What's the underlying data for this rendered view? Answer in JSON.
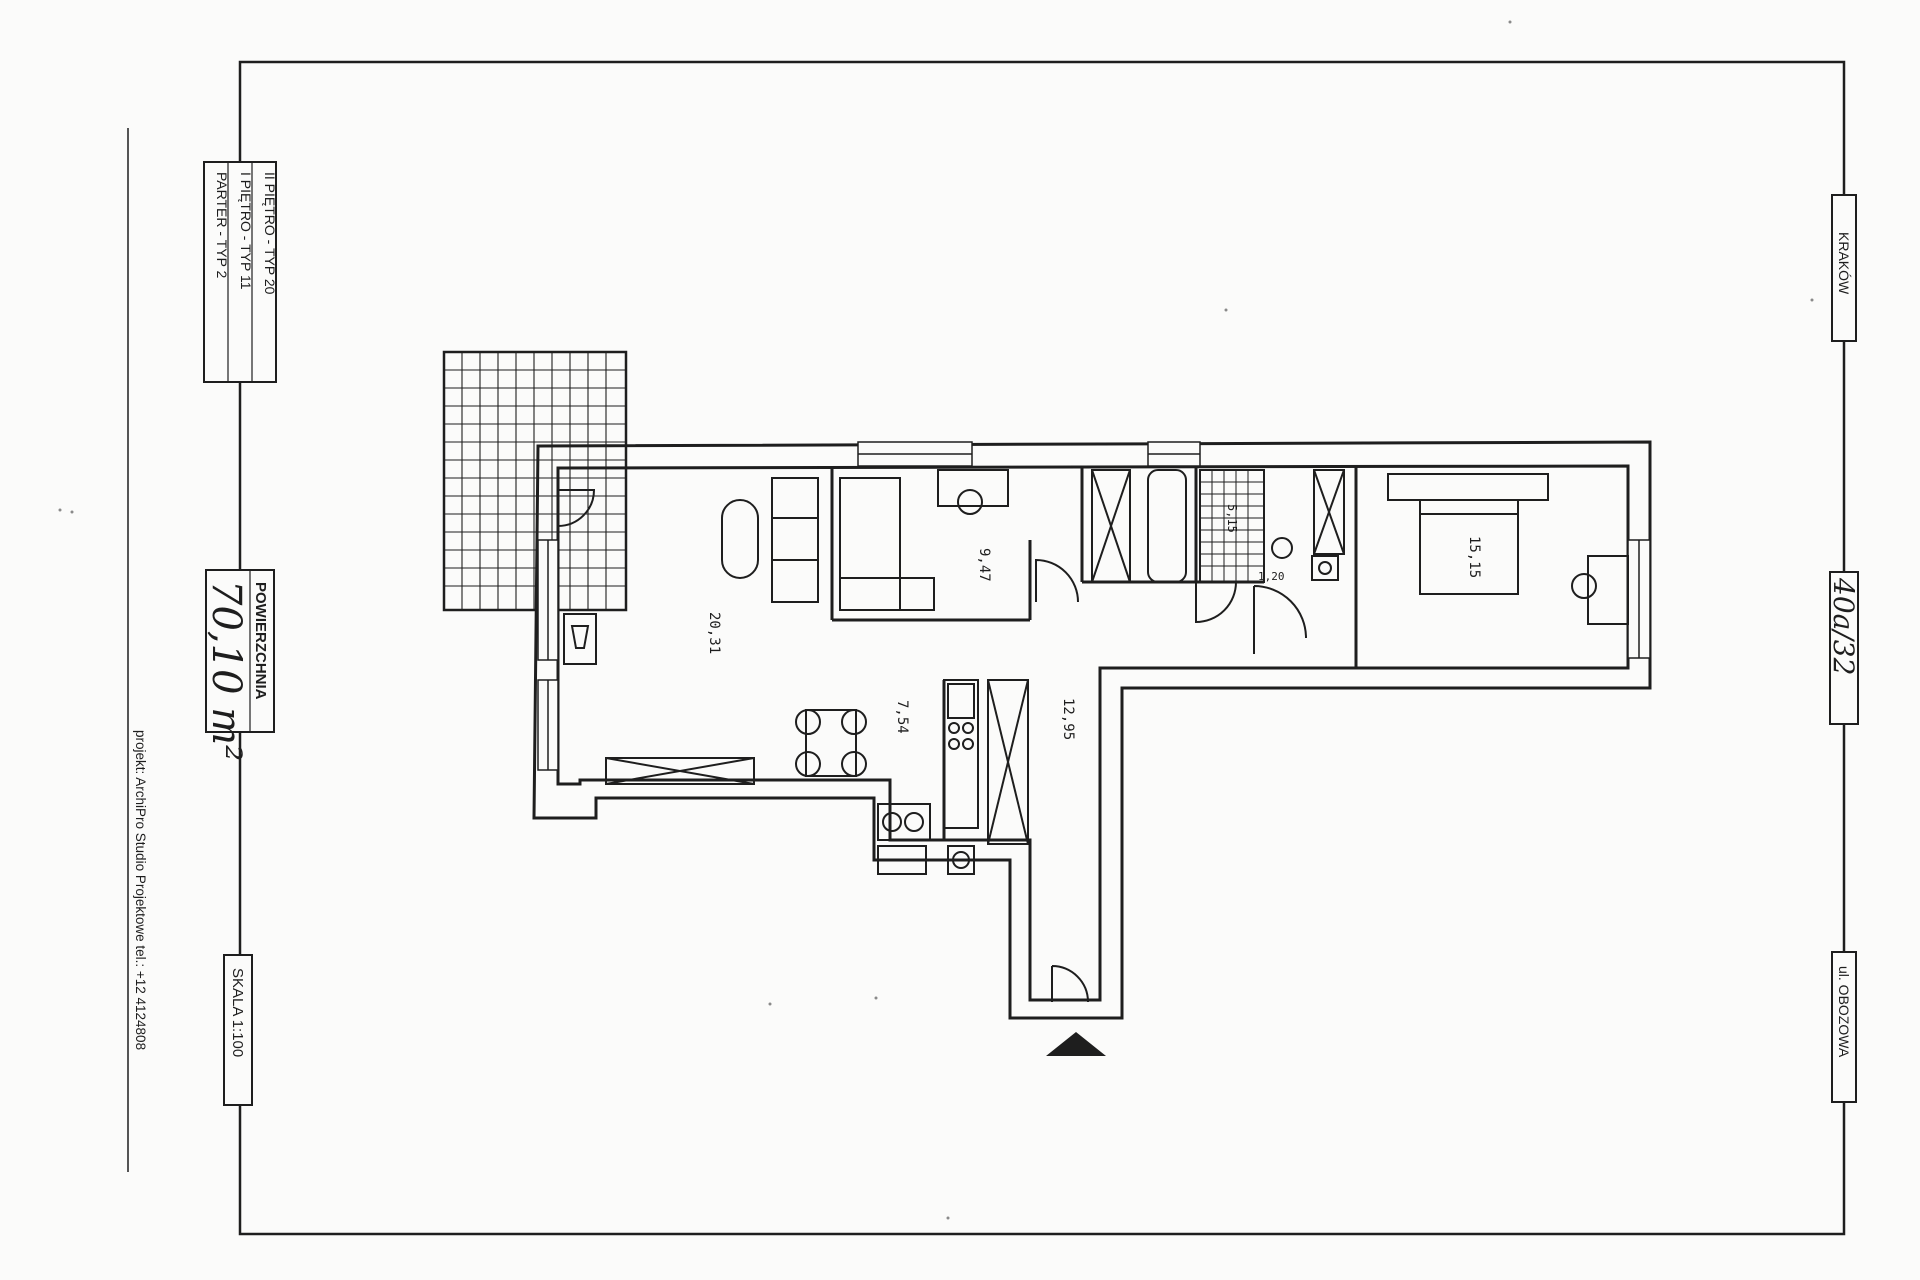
{
  "colors": {
    "paper": "#fbfbfa",
    "ink": "#1e1e1e",
    "faint_ink": "#8a8a8a"
  },
  "floors": {
    "line1": "II PIĘTRO - TYP 20",
    "line2": "I PIĘTRO - TYP 11",
    "line3": "PARTER - TYP 2"
  },
  "area": {
    "label": "POWIERZCHNIA",
    "value": "70,10 m²"
  },
  "scale": {
    "label": "SKALA 1:100"
  },
  "credits": {
    "text": "projekt: ArchiPro Studio Projektowe tel.: +12 4124808"
  },
  "street_labels": {
    "north": "KRAKÓW",
    "unit_number": "40a/32",
    "south": "ul. OBOZOWA"
  },
  "rooms": {
    "living_area": "20,31",
    "bedroom_small": "9,47",
    "kitchen": "7,54",
    "hall": "12,95",
    "bedroom_large": "15,15",
    "bathroom": "5,15",
    "wc": "1,20"
  },
  "icons": {
    "entrance": "entrance-arrow-icon"
  }
}
